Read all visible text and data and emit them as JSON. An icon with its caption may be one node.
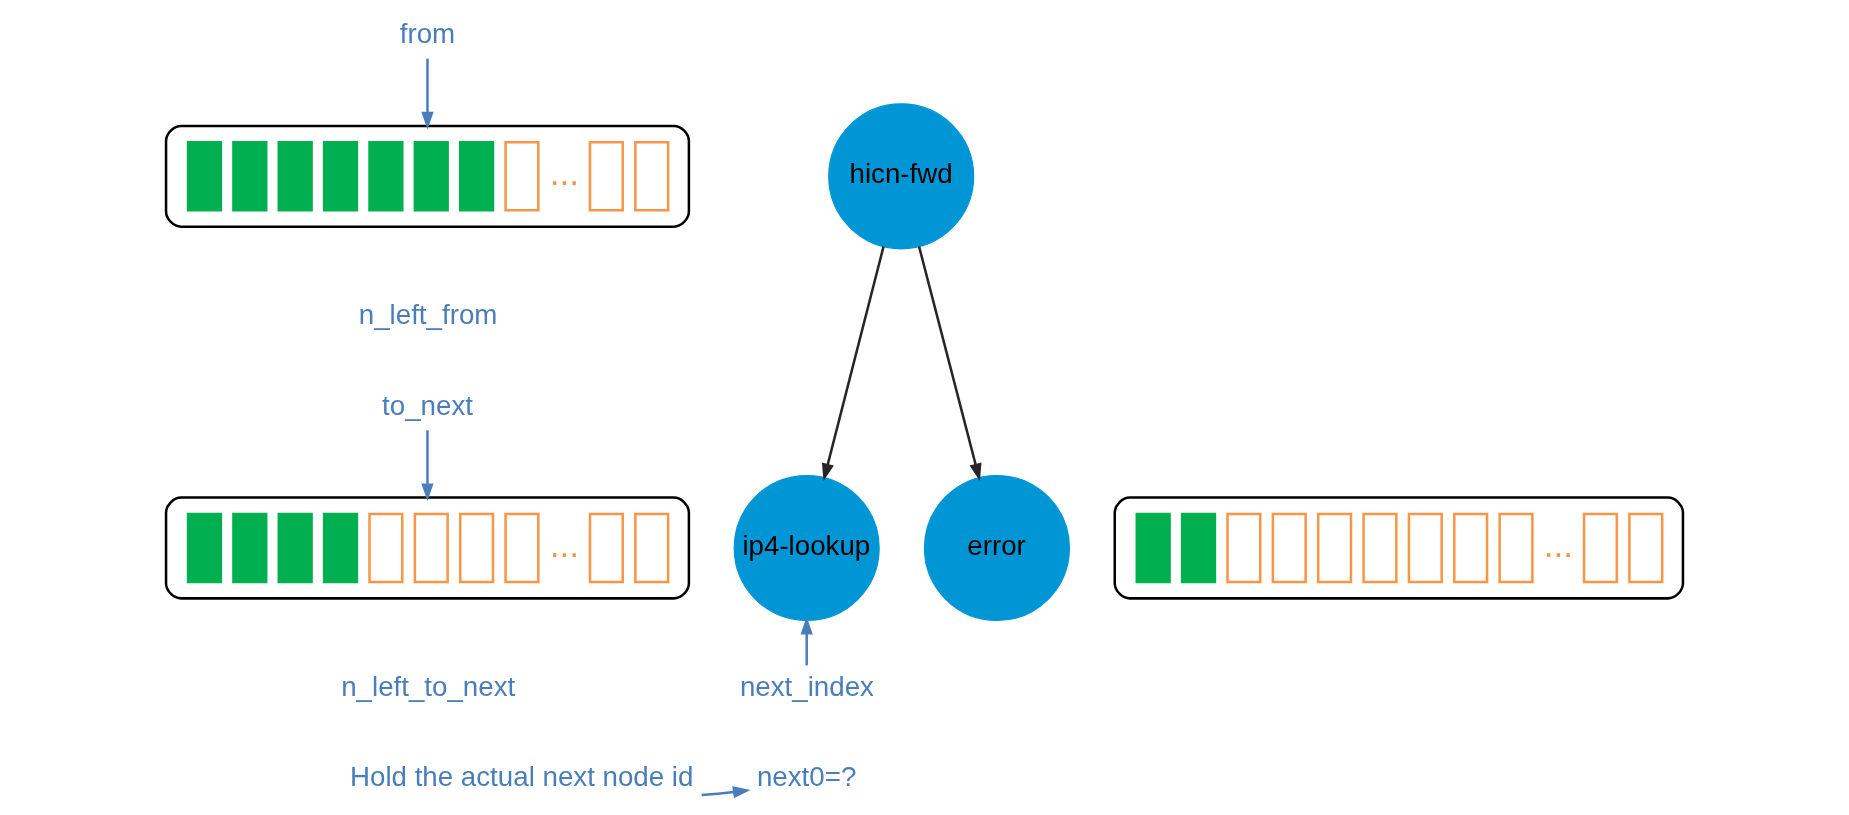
{
  "diagram": {
    "nodes": [
      {
        "text": [
          "from"
        ]
      },
      {
        "text": [
          "..."
        ]
      },
      {
        "text": [
          "hicn-fwd"
        ]
      },
      {
        "text": [
          "to_next"
        ]
      },
      {
        "text": [
          "..."
        ]
      },
      {
        "text": [
          "ip4-lookup"
        ]
      },
      {
        "text": [
          "error"
        ]
      },
      {
        "text": [
          "..."
        ]
      },
      {
        "text": [
          "next_index"
        ]
      },
      {
        "text": [
          "next0=?"
        ]
      },
      {
        "text": [
          "Hold the actual next node id"
        ]
      }
    ],
    "edges": [
      {
        "from": 0,
        "to": 1,
        "arrow": "to"
      },
      {
        "from": 2,
        "to": 5,
        "arrow": "to",
        "color": "#262626"
      },
      {
        "from": 2,
        "to": 6,
        "arrow": "to",
        "color": "#262626"
      },
      {
        "from": 3,
        "to": 4,
        "arrow": "to"
      },
      {
        "from": 8,
        "to": 5,
        "arrow": "to"
      },
      {
        "from": 10,
        "to": 9,
        "arrow": "to"
      }
    ],
    "labels": [
      "n_left_from",
      "n_left_to_next"
    ]
  }
}
